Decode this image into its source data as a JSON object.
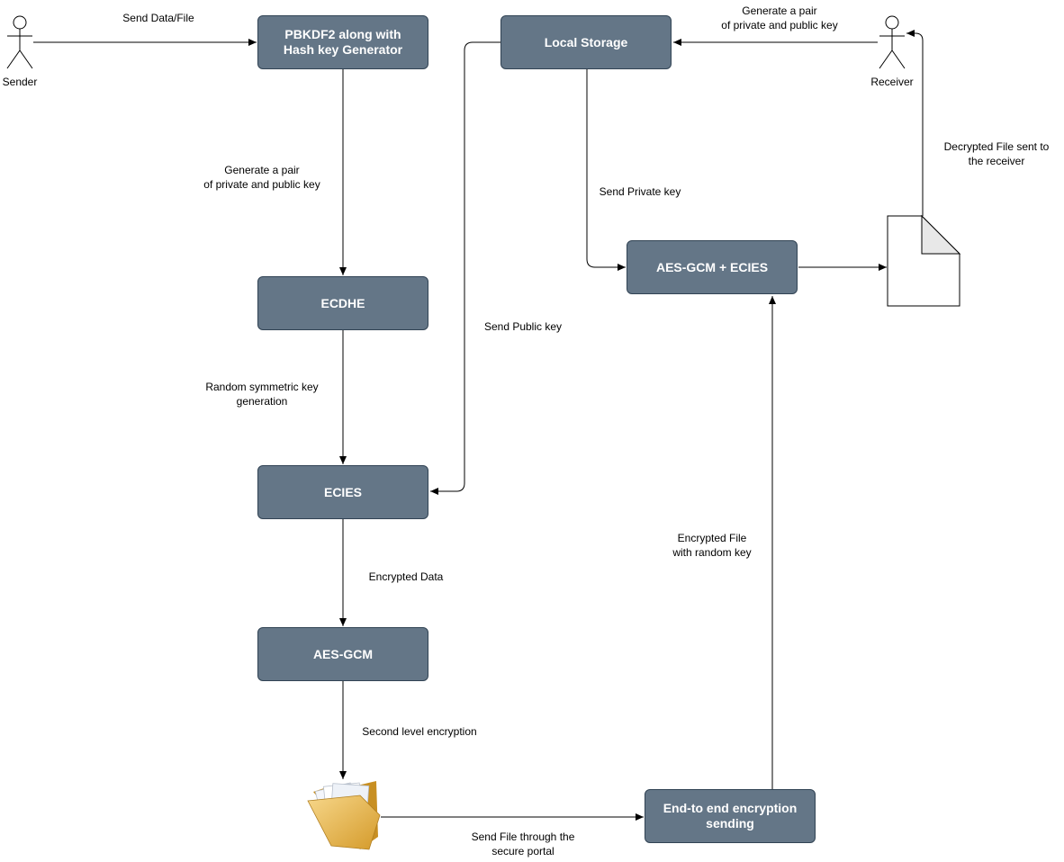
{
  "actors": {
    "sender": "Sender",
    "receiver": "Receiver"
  },
  "nodes": {
    "pbkdf2": "PBKDF2 along with\nHash key Generator",
    "local_storage": "Local Storage",
    "ecdhe": "ECDHE",
    "ecies": "ECIES",
    "aes_gcm": "AES-GCM",
    "aes_gcm_ecies": "AES-GCM + ECIES",
    "e2e_sending": "End-to end encryption\nsending"
  },
  "edge_labels": {
    "send_data_file": "Send Data/File",
    "generate_pair_receiver": "Generate a pair\nof private and public key",
    "generate_pair_sender": "Generate a pair\nof private and public key",
    "send_private_key": "Send Private key",
    "send_public_key": "Send Public key",
    "random_symmetric": "Random symmetric key\ngeneration",
    "decrypted_file": "Decrypted File sent to\nthe receiver",
    "encrypted_file": "Encrypted File\nwith random key",
    "encrypted_data": "Encrypted Data",
    "second_level": "Second level encryption",
    "send_file_portal": "Send File through the\nsecure portal"
  },
  "icons": {
    "document": "document-icon",
    "folder": "folder-icon"
  },
  "colors": {
    "box_fill": "#647687",
    "box_stroke": "#314354",
    "folder": "#e9b44c"
  }
}
